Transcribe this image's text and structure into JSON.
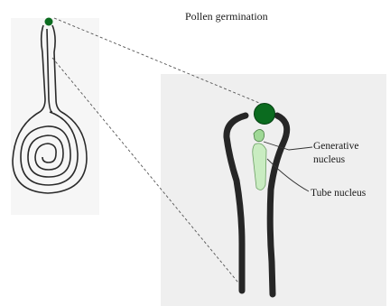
{
  "title": "Pollen germination",
  "labels": {
    "generative_line1": "Generative",
    "generative_line2": "nucleus",
    "tube_nucleus": "Tube nucleus"
  },
  "colors": {
    "stroke": "#2a2a2a",
    "pollen_grain": "#0b6b1f",
    "nucleus_fill": "#c9ecc1",
    "panel_bg": "#efefef"
  }
}
